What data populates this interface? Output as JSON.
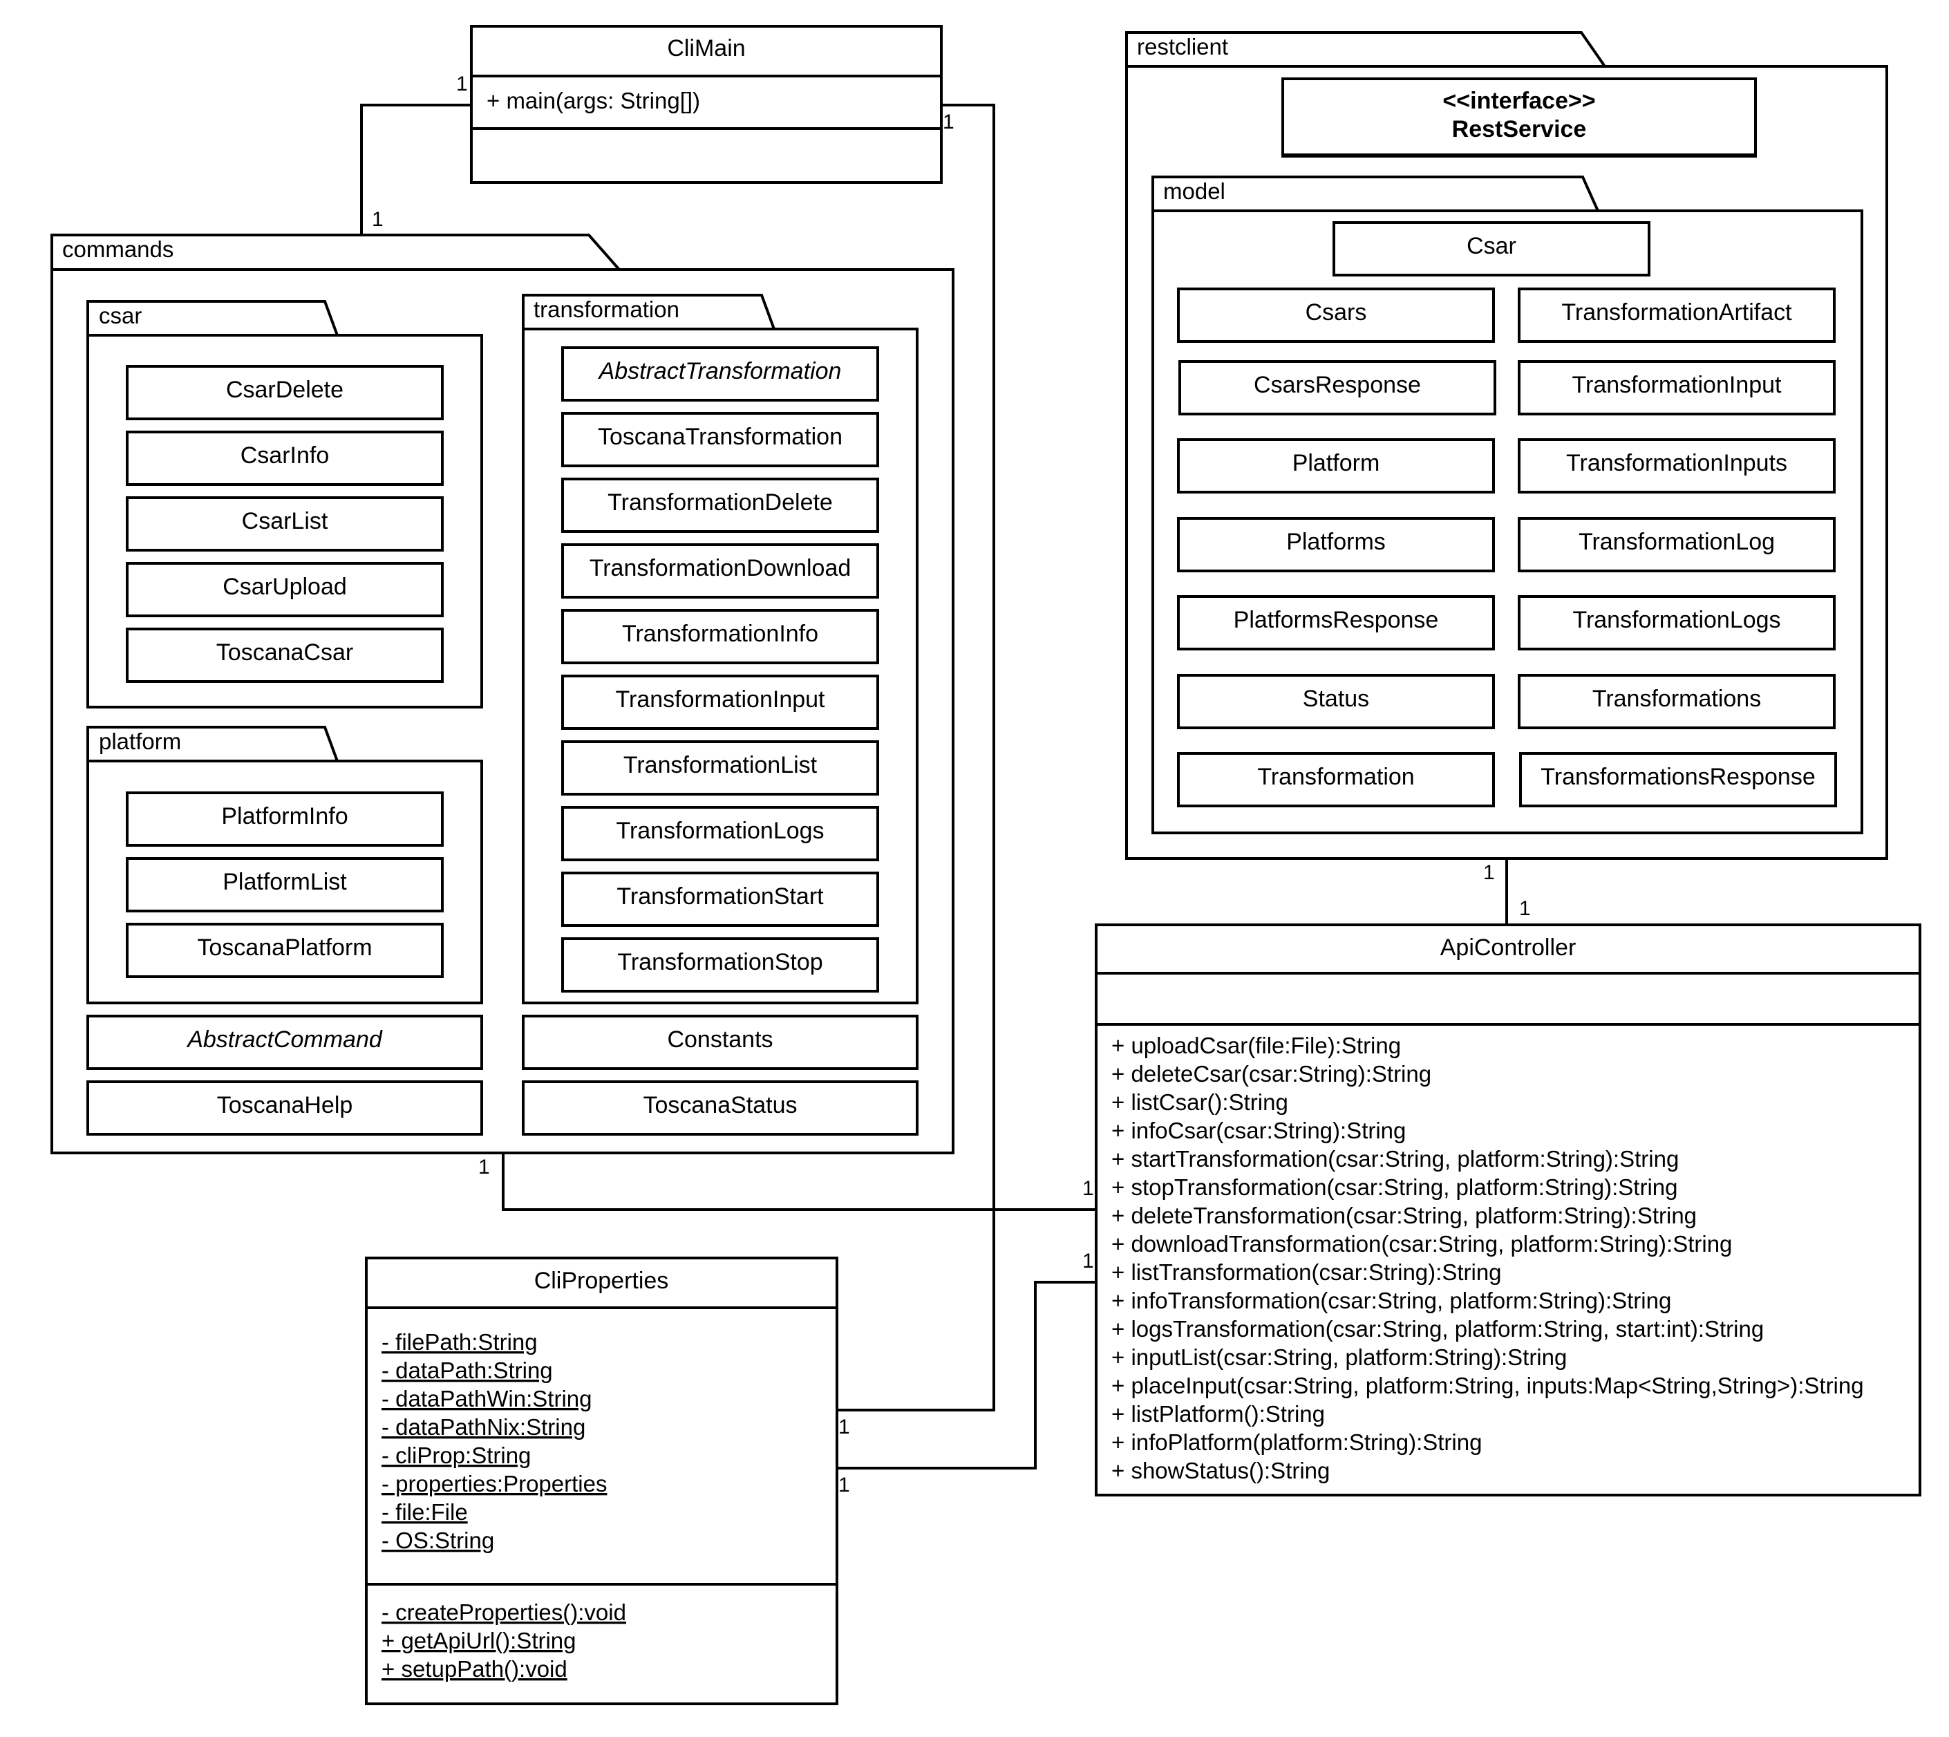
{
  "diagram": {
    "classes": {
      "cli_main": {
        "name": "CliMain",
        "operations": [
          "+ main(args: String[])"
        ]
      },
      "cli_properties": {
        "name": "CliProperties",
        "attributes": [
          "- filePath:String",
          "- dataPath:String",
          "- dataPathWin:String",
          "- dataPathNix:String",
          "- cliProp:String",
          "- properties:Properties",
          "- file:File",
          "- OS:String"
        ],
        "operations": [
          "- createProperties():void",
          "+ getApiUrl():String",
          "+ setupPath():void"
        ]
      },
      "api_controller": {
        "name": "ApiController",
        "operations": [
          "+ uploadCsar(file:File):String",
          "+ deleteCsar(csar:String):String",
          "+ listCsar():String",
          "+ infoCsar(csar:String):String",
          "+ startTransformation(csar:String, platform:String):String",
          "+ stopTransformation(csar:String, platform:String):String",
          "+ deleteTransformation(csar:String, platform:String):String",
          "+ downloadTransformation(csar:String, platform:String):String",
          "+ listTransformation(csar:String):String",
          "+ infoTransformation(csar:String, platform:String):String",
          "+ logsTransformation(csar:String, platform:String, start:int):String",
          "+ inputList(csar:String, platform:String):String",
          "+ placeInput(csar:String, platform:String, inputs:Map<String,String>):String",
          "+ listPlatform():String",
          "+ infoPlatform(platform:String):String",
          "+ showStatus():String"
        ]
      }
    },
    "packages": {
      "commands": {
        "name": "commands",
        "csar": {
          "name": "csar",
          "classes": [
            "CsarDelete",
            "CsarInfo",
            "CsarList",
            "CsarUpload",
            "ToscanaCsar"
          ]
        },
        "platform": {
          "name": "platform",
          "classes": [
            "PlatformInfo",
            "PlatformList",
            "ToscanaPlatform"
          ]
        },
        "transformation": {
          "name": "transformation",
          "abstract_class": "AbstractTransformation",
          "classes": [
            "ToscanaTransformation",
            "TransformationDelete",
            "TransformationDownload",
            "TransformationInfo",
            "TransformationInput",
            "TransformationList",
            "TransformationLogs",
            "TransformationStart",
            "TransformationStop"
          ]
        },
        "abstract_command": "AbstractCommand",
        "constants": "Constants",
        "toscana_help": "ToscanaHelp",
        "toscana_status": "ToscanaStatus"
      },
      "restclient": {
        "name": "restclient",
        "interface_stereotype": "<<interface>>",
        "interface_name": "RestService",
        "model": {
          "name": "model",
          "top_class": "Csar",
          "left_classes": [
            "Csars",
            "CsarsResponse",
            "Platform",
            "Platforms",
            "PlatformsResponse",
            "Status",
            "Transformation"
          ],
          "right_classes": [
            "TransformationArtifact",
            "TransformationInput",
            "TransformationInputs",
            "TransformationLog",
            "TransformationLogs",
            "Transformations",
            "TransformationsResponse"
          ]
        }
      }
    },
    "multiplicities": {
      "climain_commands_a": "1",
      "climain_commands_b": "1",
      "climain_props_a": "1",
      "climain_props_b": "1",
      "rest_api_a": "1",
      "rest_api_b": "1",
      "commands_api_a": "1",
      "commands_api_b": "1",
      "props_api_a": "1",
      "props_api_b": "1"
    }
  }
}
